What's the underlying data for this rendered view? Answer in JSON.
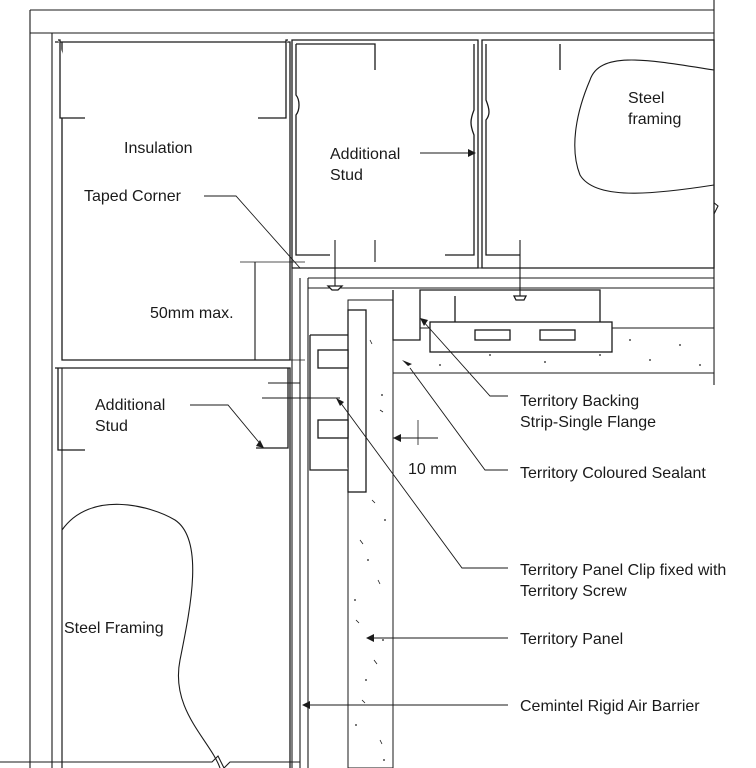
{
  "labels": {
    "insulation": "Insulation",
    "additional_stud_top_1": "Additional",
    "additional_stud_top_2": "Stud",
    "steel_framing_top_1": "Steel",
    "steel_framing_top_2": "framing",
    "taped_corner": "Taped Corner",
    "fifty_mm": "50mm max.",
    "additional_stud_left_1": "Additional",
    "additional_stud_left_2": "Stud",
    "steel_framing_bottom": "Steel Framing",
    "ten_mm": "10 mm",
    "backing_strip_1": "Territory Backing",
    "backing_strip_2": "Strip-Single Flange",
    "coloured_sealant": "Territory Coloured Sealant",
    "panel_clip_1": "Territory Panel Clip fixed with",
    "panel_clip_2": "Territory Screw",
    "territory_panel": "Territory Panel",
    "air_barrier": "Cemintel Rigid Air Barrier"
  }
}
